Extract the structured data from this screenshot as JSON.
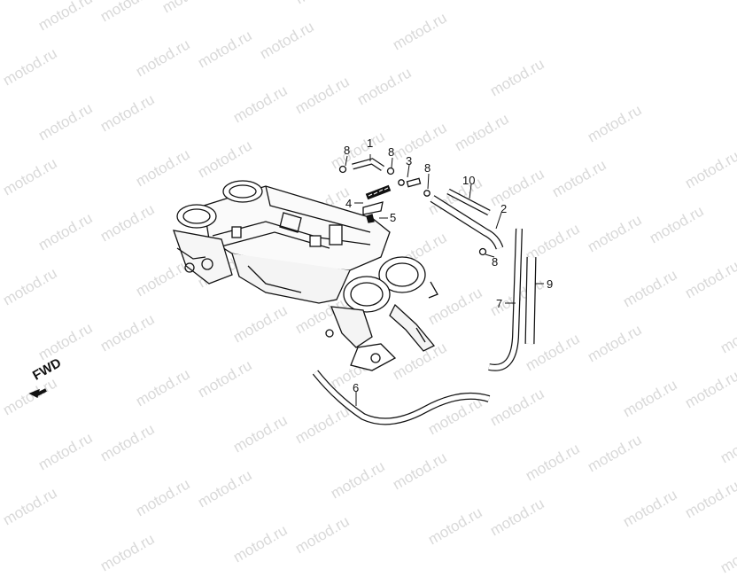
{
  "watermark": {
    "text": "motod.ru"
  },
  "direction_label": "FWD",
  "parts": [
    {
      "id": "part-1",
      "label": "1"
    },
    {
      "id": "part-2",
      "label": "2"
    },
    {
      "id": "part-3",
      "label": "3"
    },
    {
      "id": "part-4",
      "label": "4"
    },
    {
      "id": "part-5",
      "label": "5"
    },
    {
      "id": "part-6",
      "label": "6"
    },
    {
      "id": "part-7",
      "label": "7"
    },
    {
      "id": "part-8a",
      "label": "8"
    },
    {
      "id": "part-8b",
      "label": "8"
    },
    {
      "id": "part-8c",
      "label": "8"
    },
    {
      "id": "part-8d",
      "label": "8"
    },
    {
      "id": "part-9",
      "label": "9"
    },
    {
      "id": "part-10",
      "label": "10"
    }
  ]
}
